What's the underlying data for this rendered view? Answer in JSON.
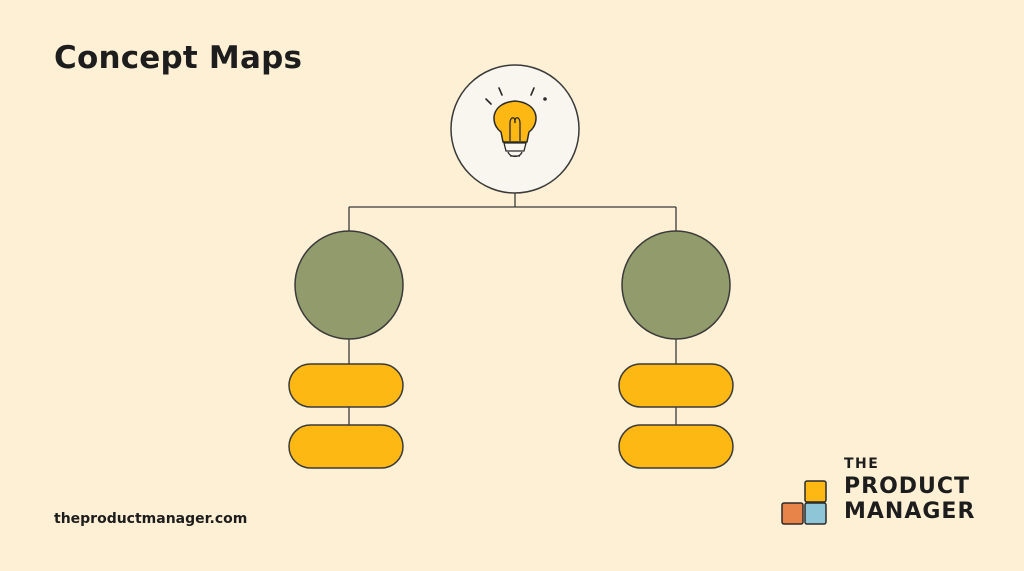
{
  "title": "Concept Maps",
  "footer": {
    "url": "theproductmanager.com"
  },
  "logo": {
    "line1": "THE",
    "line2": "PRODUCT",
    "line3": "MANAGER"
  },
  "colors": {
    "background": "#fdf0d5",
    "root_fill": "#f9f6ef",
    "branch_fill": "#919b6b",
    "leaf_fill": "#fdb813",
    "outline": "#3a3a3a",
    "logo_orange": "#e8834a",
    "logo_yellow": "#fdb813",
    "logo_blue": "#8ec6d8"
  },
  "diagram": {
    "root_icon": "lightbulb-icon",
    "branches": [
      {
        "leaves": 2
      },
      {
        "leaves": 2
      }
    ]
  }
}
